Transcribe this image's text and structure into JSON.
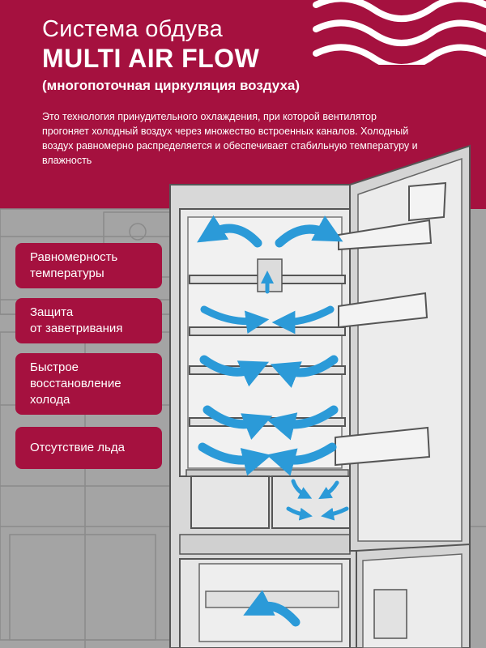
{
  "header": {
    "title_line1": "Система обдува",
    "title_line2": "MULTI AIR FLOW",
    "subtitle": "(многопоточная циркуляция воздуха)",
    "description": "Это технология принудительного охлаждения, при которой вентилятор прогоняет холодный воздух через множество встроенных каналов. Холодный воздух равномерно распределяется и обеспечивает стабильную температуру и влажность"
  },
  "features": [
    {
      "line1": "Равномерность",
      "line2": "температуры",
      "line3": ""
    },
    {
      "line1": "Защита",
      "line2": "от заветривания",
      "line3": ""
    },
    {
      "line1": "Быстрое",
      "line2": "восстановление",
      "line3": "холода"
    },
    {
      "line1": "Отсутствие льда",
      "line2": "",
      "line3": ""
    }
  ],
  "colors": {
    "brand": "#a5113f",
    "arrow": "#2b9ad8",
    "background": "#a4a4a4"
  },
  "icons": [
    "air-wave-icon",
    "airflow-arrow-icon"
  ]
}
